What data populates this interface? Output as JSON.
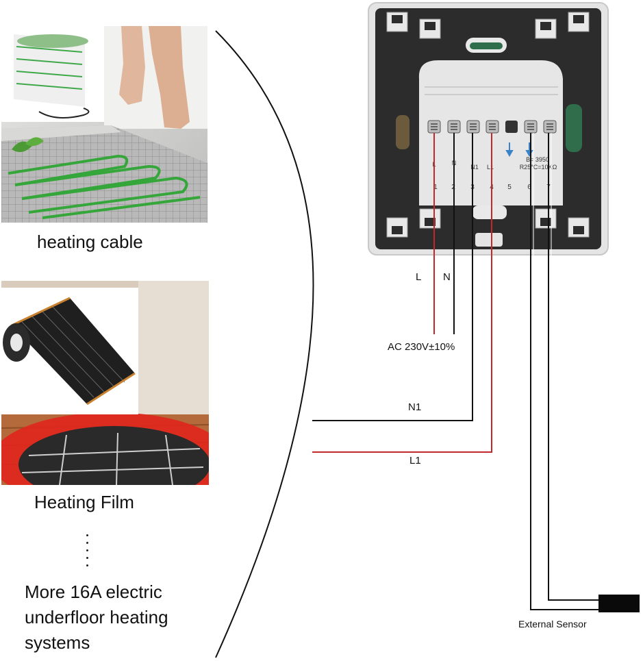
{
  "left": {
    "caption_cable": "heating cable",
    "caption_film": "Heating Film",
    "caption_more_lines": [
      "More 16A electric",
      "underfloor heating",
      "systems"
    ]
  },
  "device": {
    "terminal_top_labels": [
      "L",
      "N",
      "N1",
      "L1"
    ],
    "terminal_numbers": [
      "1",
      "2",
      "3",
      "4",
      "5",
      "6",
      "7"
    ],
    "sensor_spec_line1": "B= 3950",
    "sensor_spec_line2": "R25°C=10KΩ"
  },
  "wiring": {
    "label_L": "L",
    "label_N": "N",
    "supply": "AC 230V±10%",
    "label_N1": "N1",
    "label_L1": "L1",
    "sensor": "External Sensor",
    "colors": {
      "live": "#c0282a",
      "neutral": "#111111"
    }
  }
}
